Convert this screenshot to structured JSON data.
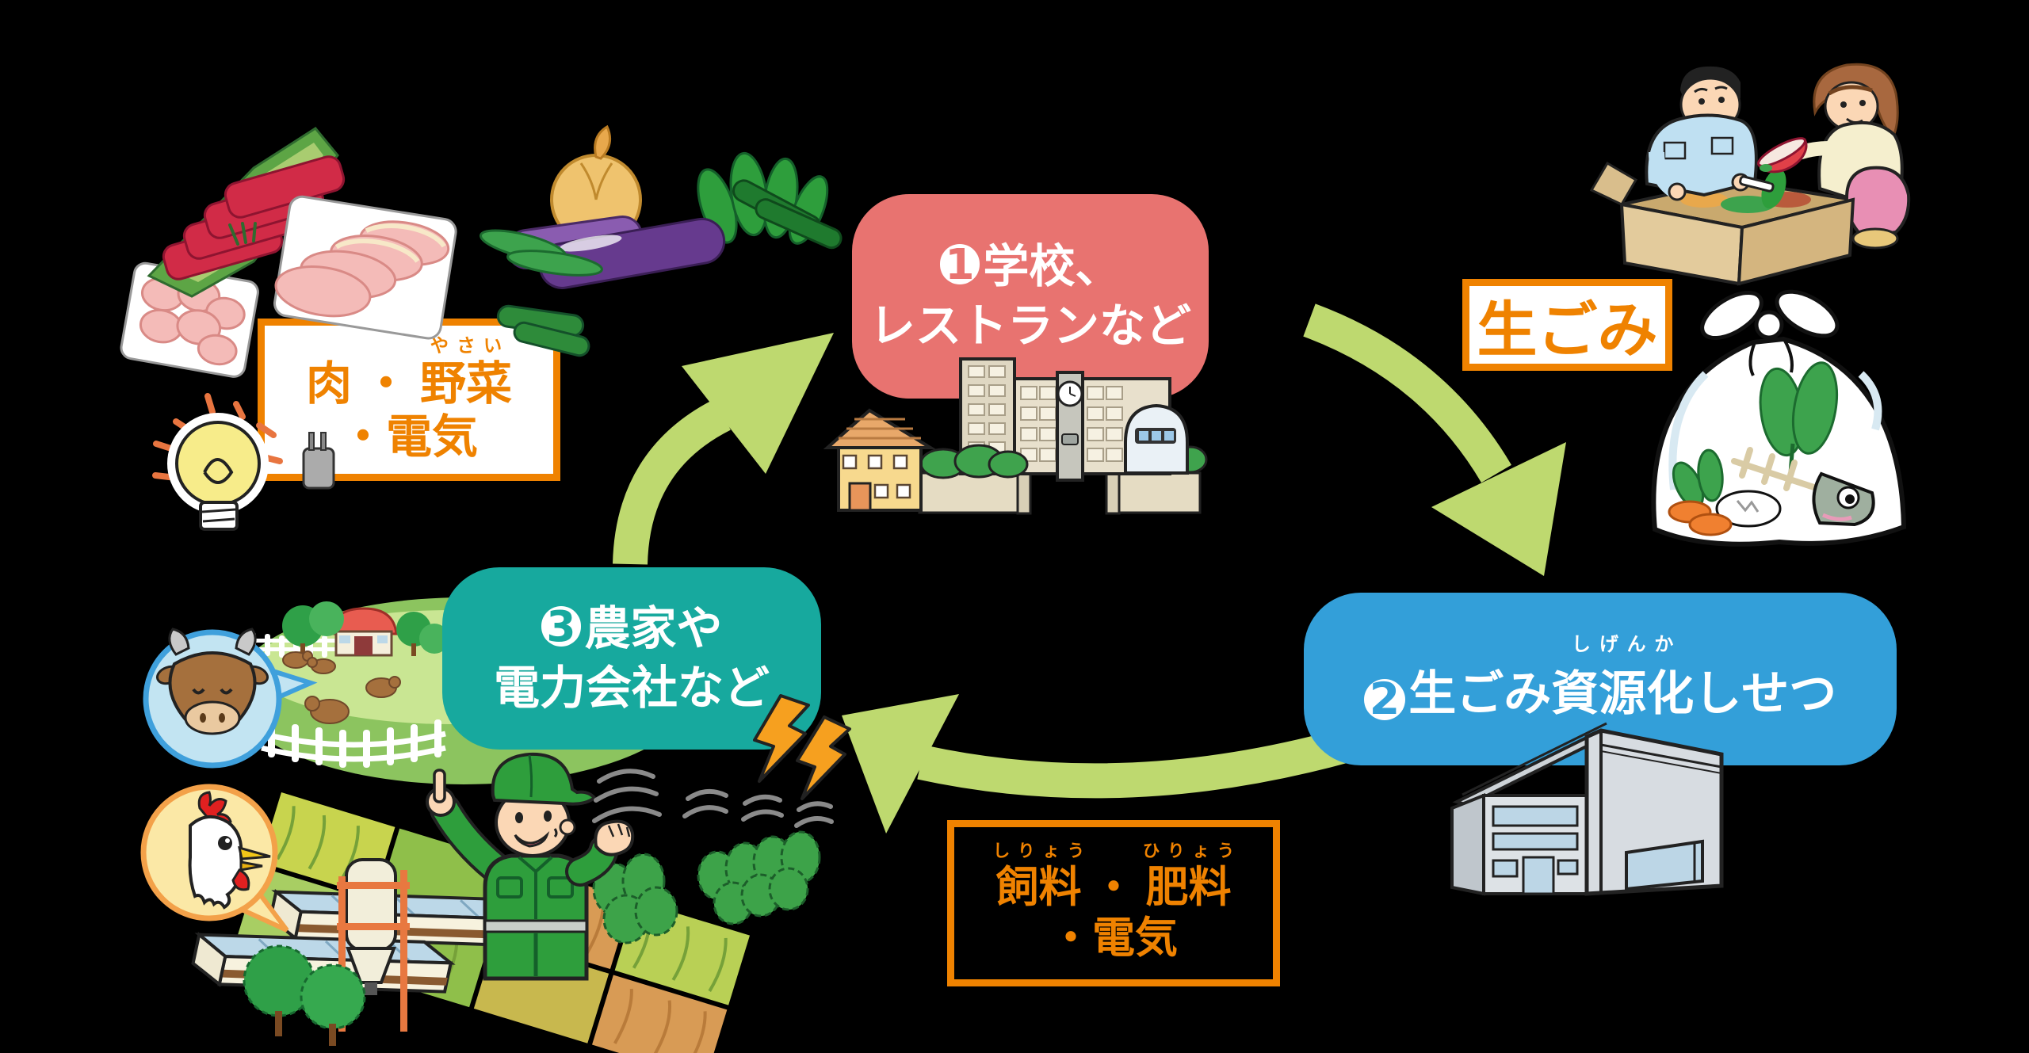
{
  "nodes": {
    "school": {
      "badge": "1",
      "line1": "学校、",
      "line2": "レストランなど"
    },
    "facility": {
      "badge": "2",
      "prefix": "生ごみ",
      "ruby_base": "資源化",
      "ruby": "しげんか",
      "suffix": "しせつ"
    },
    "farm": {
      "badge": "3",
      "line1": "農家や",
      "line2": "電力会社など"
    }
  },
  "labels": {
    "waste": {
      "text": "生ごみ"
    },
    "inputs": {
      "seg1": "肉",
      "dot": "・",
      "ruby_base": "野菜",
      "ruby": "やさい",
      "line2": "・電気"
    },
    "outputs": {
      "base1": "飼料",
      "ruby1": "しりょう",
      "dot": "・",
      "base2": "肥料",
      "ruby2": "ひりょう",
      "line2": "・電気"
    }
  },
  "colors": {
    "school_box": "#e87370",
    "facility_box": "#339fd9",
    "farm_box": "#17a99e",
    "accent_orange": "#ef8200",
    "arrow_green": "#bed96f",
    "background": "#000000"
  },
  "illustrations": [
    "meat-trays",
    "vegetables",
    "light-bulb-icon",
    "power-plug-icon",
    "school-buildings",
    "waste-sorting-people",
    "garbage-bag",
    "recycling-facility-building",
    "pasture-with-cows",
    "cow-speech-bubble",
    "chicken-speech-bubble",
    "crop-fields",
    "chicken-houses",
    "feed-silo",
    "farmer",
    "tea-bushes",
    "electricity-waves",
    "lightning-bolt-icon",
    "cycle-arrows"
  ]
}
